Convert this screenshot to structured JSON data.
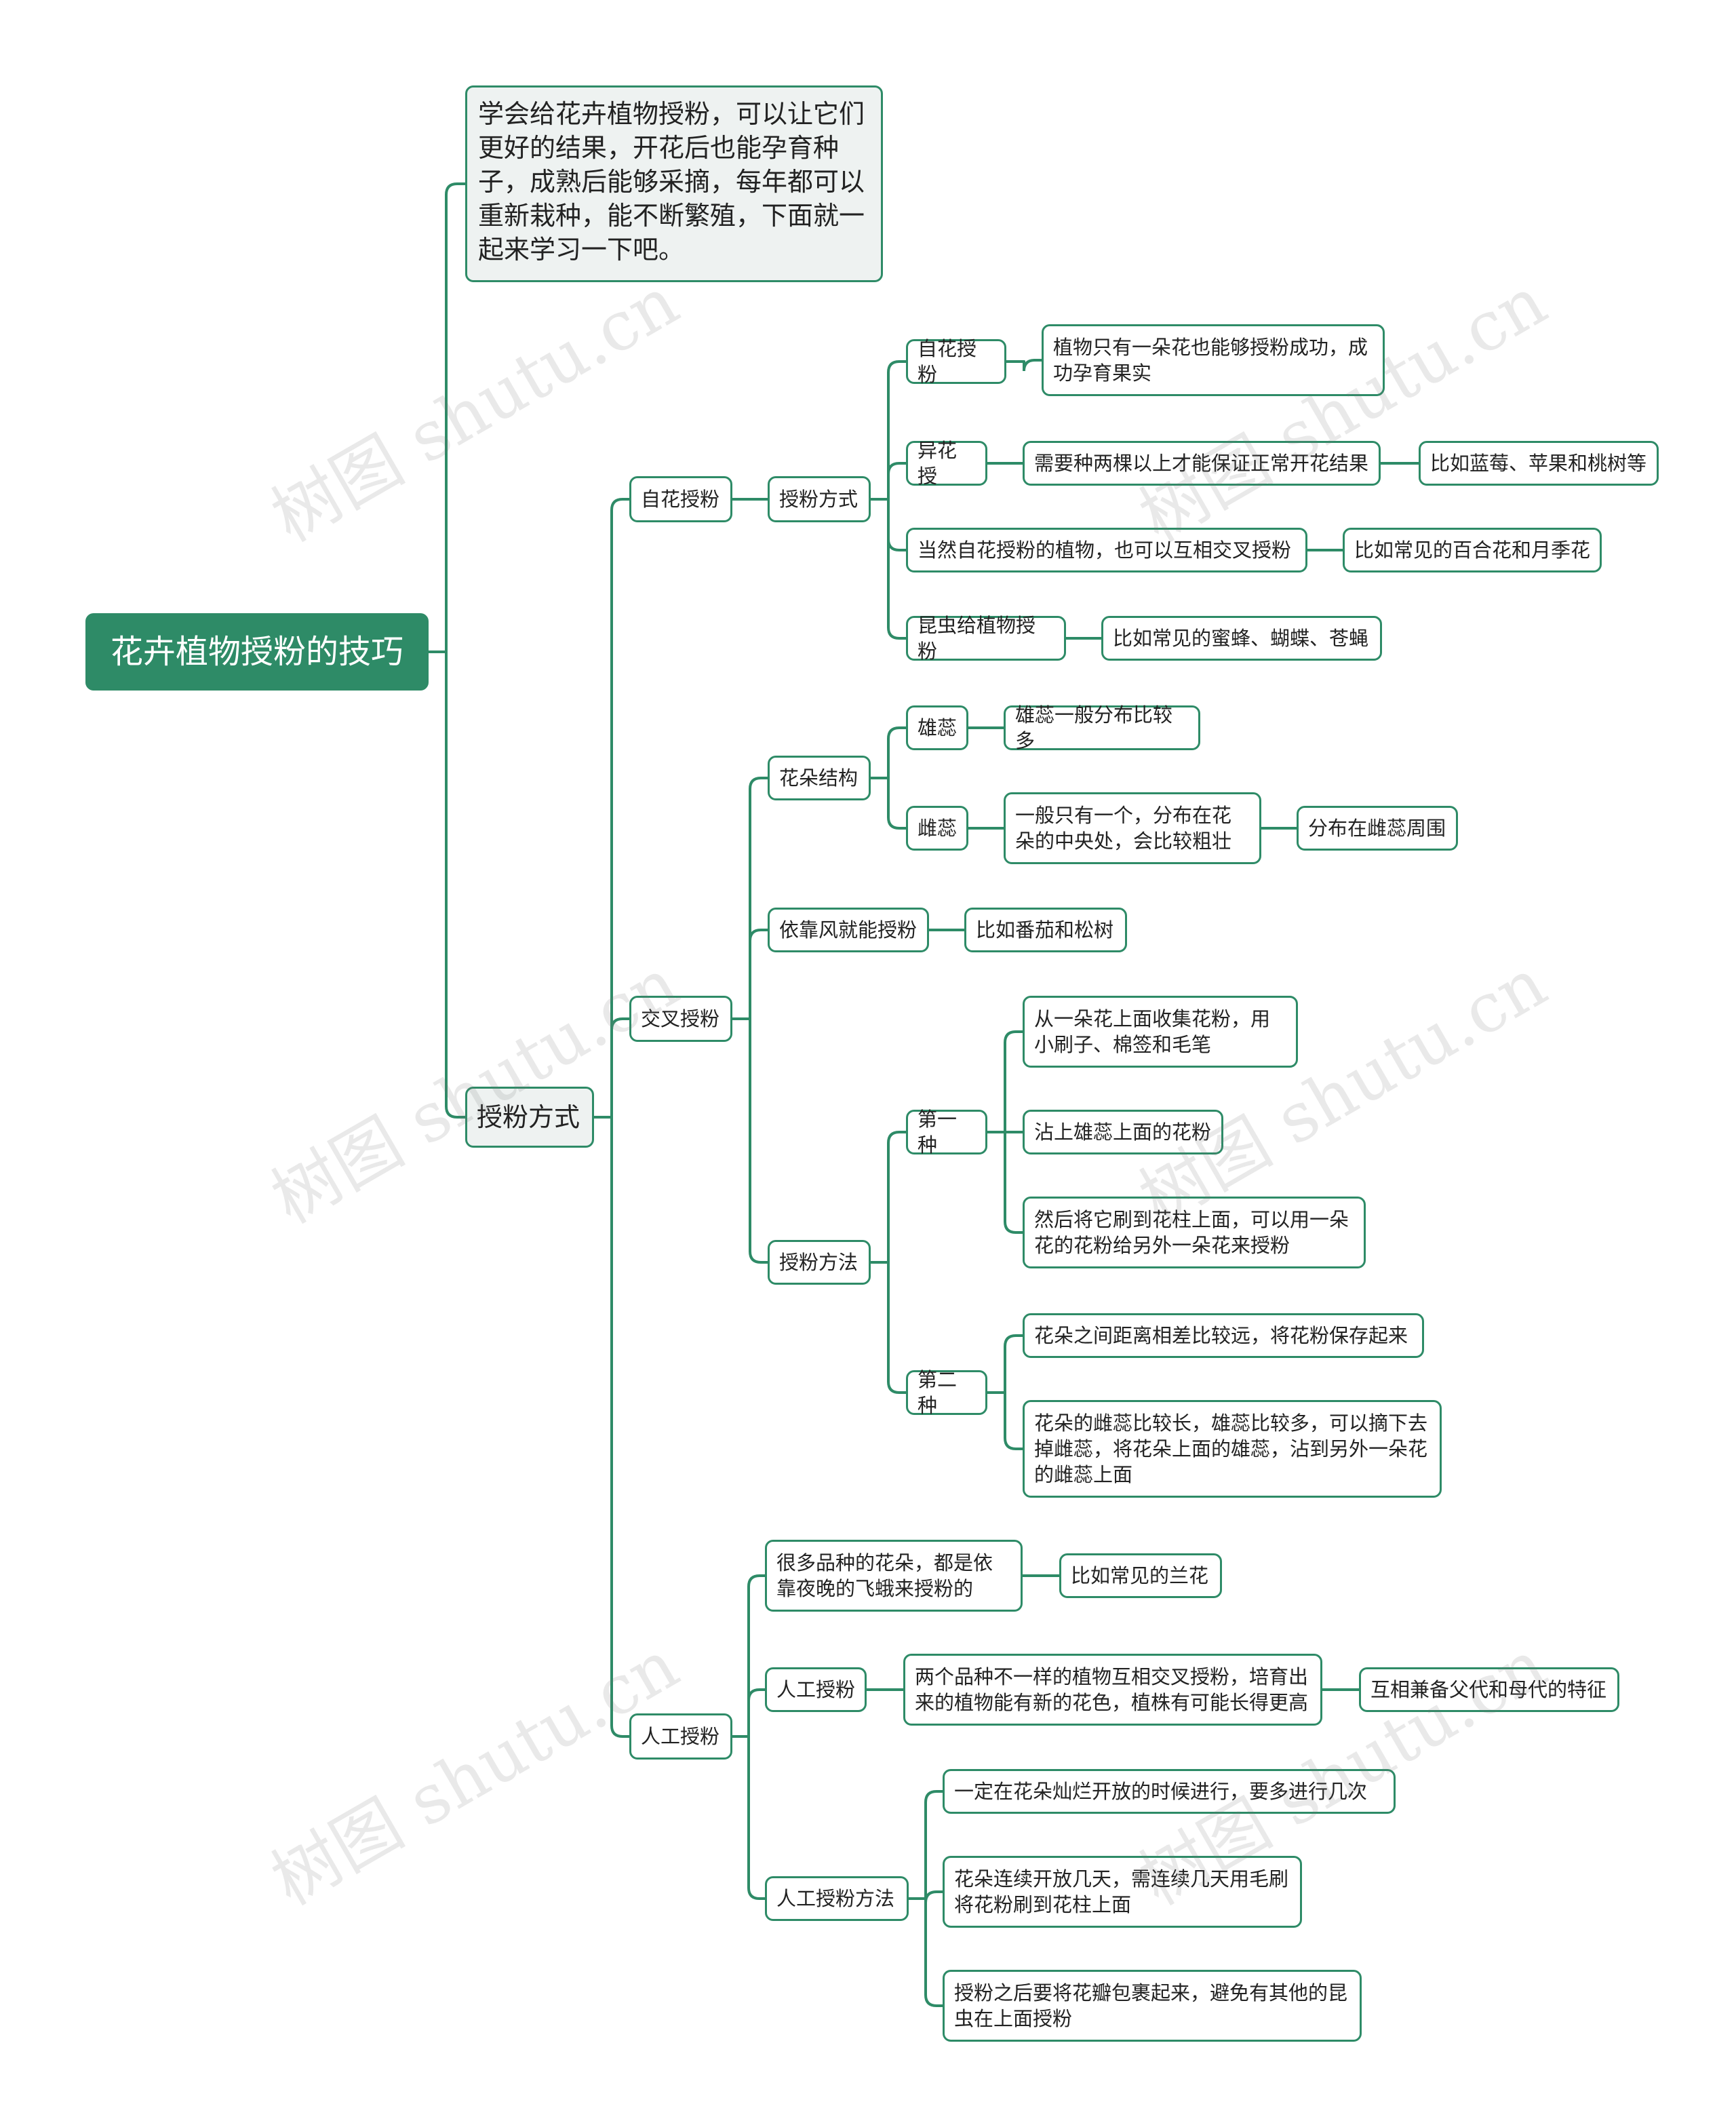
{
  "root": "花卉植物授粉的技巧",
  "intro": " 学会给花卉植物授粉，可以让它们更好的结果，开花后也能孕育种子，成熟后能够采摘，每年都可以重新栽种，能不断繁殖，下面就一起来学习一下吧。",
  "methods": {
    "label": "授粉方式",
    "self": {
      "label": "自花授粉",
      "mode": {
        "label": "授粉方式",
        "self_pollination": {
          "label": "自花授粉",
          "desc": "植物只有一朵花也能够授粉成功，成功孕育果实"
        },
        "cross_pollination": {
          "label": "异花授",
          "desc": "需要种两棵以上才能保证正常开花结果",
          "example": "比如蓝莓、苹果和桃树等"
        },
        "also_cross": {
          "label": "当然自花授粉的植物，也可以互相交叉授粉",
          "example": "比如常见的百合花和月季花"
        },
        "insects": {
          "label": "昆虫给植物授粉",
          "example": "比如常见的蜜蜂、蝴蝶、苍蝇"
        }
      }
    },
    "cross": {
      "label": "交叉授粉",
      "structure": {
        "label": "花朵结构",
        "stamen": {
          "label": "雄蕊",
          "desc": "雄蕊一般分布比较多"
        },
        "pistil": {
          "label": "雌蕊",
          "desc": "一般只有一个，分布在花朵的中央处，会比较粗壮",
          "note": "分布在雌蕊周围"
        }
      },
      "wind": {
        "label": "依靠风就能授粉",
        "example": "比如番茄和松树"
      },
      "method": {
        "label": "授粉方法",
        "first": {
          "label": "第一种",
          "steps": [
            "从一朵花上面收集花粉，用小刷子、棉签和毛笔",
            "沾上雄蕊上面的花粉",
            "然后将它刷到花柱上面，可以用一朵花的花粉给另外一朵花来授粉"
          ]
        },
        "second": {
          "label": "第二种",
          "steps": [
            "花朵之间距离相差比较远，将花粉保存起来",
            "花朵的雌蕊比较长，雄蕊比较多，可以摘下去掉雌蕊，将花朵上面的雄蕊，沾到另外一朵花的雌蕊上面"
          ]
        }
      }
    },
    "artificial": {
      "label": "人工授粉",
      "moth": {
        "label": "很多品种的花朵，都是依靠夜晚的飞蛾来授粉的",
        "example": "比如常见的兰花"
      },
      "manual": {
        "label": "人工授粉",
        "desc": "两个品种不一样的植物互相交叉授粉，培育出来的植物能有新的花色，植株有可能长得更高",
        "note": "互相兼备父代和母代的特征"
      },
      "manual_method": {
        "label": "人工授粉方法",
        "steps": [
          "一定在花朵灿烂开放的时候进行，要多进行几次",
          "花朵连续开放几天，需连续几天用毛刷将花粉刷到花柱上面",
          "授粉之后要将花瓣包裹起来，避免有其他的昆虫在上面授粉"
        ]
      }
    }
  },
  "watermark": "树图 shutu.cn",
  "colors": {
    "accent": "#2e8b67",
    "light_fill": "#eef2f1"
  }
}
